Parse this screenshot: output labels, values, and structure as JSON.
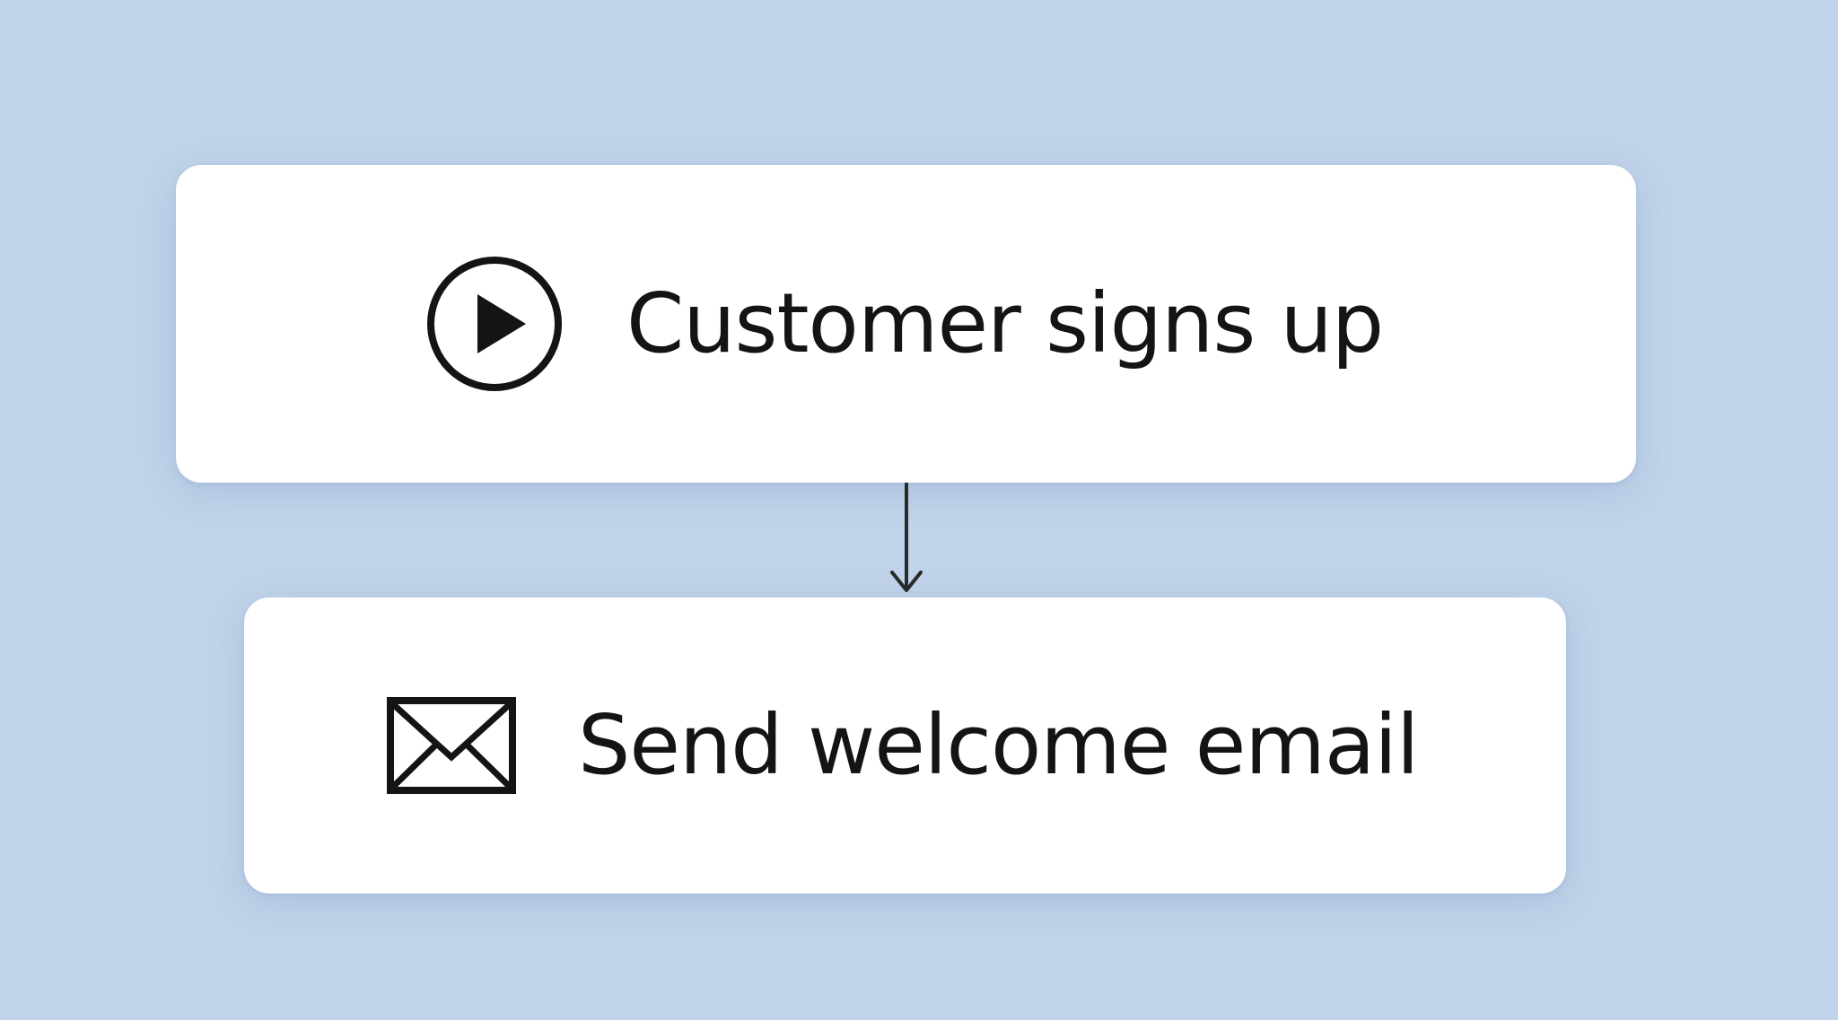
{
  "background_color": "#c1d3ea",
  "card_color": "#ffffff",
  "text_color": "#141414",
  "nodes": [
    {
      "label": "Customer signs up",
      "icon": "play-circle-icon"
    },
    {
      "label": "Send welcome email",
      "icon": "envelope-icon"
    }
  ],
  "edges": [
    {
      "from": 0,
      "to": 1,
      "style": "arrow-down"
    }
  ]
}
